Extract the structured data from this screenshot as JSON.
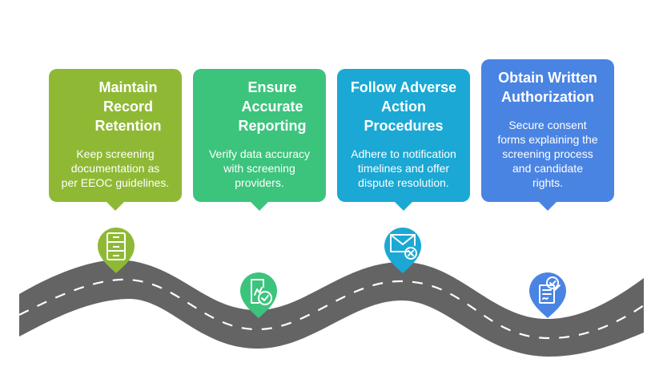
{
  "colors": {
    "step1": "#8fb935",
    "step2": "#3cc47c",
    "step3": "#1ba8d4",
    "step4": "#4a84e3",
    "road": "#646464",
    "road_dash": "#ffffff"
  },
  "steps": [
    {
      "title": "Maintain\nRecord\nRetention",
      "description": "Keep screening\ndocumentation as\nper EEOC guidelines.",
      "icon": "file-cabinet-icon"
    },
    {
      "title": "Ensure\nAccurate\nReporting",
      "description": "Verify data accuracy\nwith screening\nproviders.",
      "icon": "report-check-icon"
    },
    {
      "title": "Follow Adverse\nAction\nProcedures",
      "description": "Adhere to notification\ntimelines and offer\ndispute resolution.",
      "icon": "mail-cancel-icon"
    },
    {
      "title": "Obtain Written\nAuthorization",
      "description": "Secure consent\nforms explaining the\nscreening process\nand candidate\nrights.",
      "icon": "signed-document-icon"
    }
  ]
}
